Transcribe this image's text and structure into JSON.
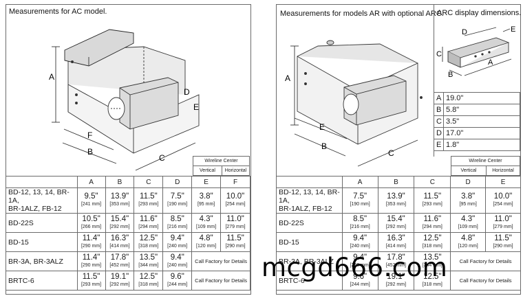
{
  "left_panel": {
    "title": "Measurements for AC model.",
    "dim_labels": {
      "a": "A",
      "b": "B",
      "c": "C",
      "d": "D",
      "e": "E",
      "f": "F"
    },
    "wireline_center": "Wireline Center",
    "vertical": "Vertical",
    "horizontal": "Horizontal",
    "columns": [
      "A",
      "B",
      "C",
      "D",
      "E",
      "F"
    ],
    "rows": [
      {
        "model": [
          "BD-12, 13, 14, BR-1A,",
          "BR-1ALZ, FB-12"
        ],
        "cells": [
          [
            "9.5\"",
            "[241 mm]"
          ],
          [
            "13.9\"",
            "[353 mm]"
          ],
          [
            "11.5\"",
            "[293 mm]"
          ],
          [
            "7.5\"",
            "[190 mm]"
          ],
          [
            "3.8\"",
            "[95 mm]"
          ],
          [
            "10.0\"",
            "[254 mm]"
          ]
        ]
      },
      {
        "model": [
          "BD-22S"
        ],
        "cells": [
          [
            "10.5\"",
            "[266 mm]"
          ],
          [
            "15.4\"",
            "[292 mm]"
          ],
          [
            "11.6\"",
            "[294 mm]"
          ],
          [
            "8.5\"",
            "[216 mm]"
          ],
          [
            "4.3\"",
            "[109 mm]"
          ],
          [
            "11.0\"",
            "[279 mm]"
          ]
        ]
      },
      {
        "model": [
          "BD-15"
        ],
        "cells": [
          [
            "11.4\"",
            "[290 mm]"
          ],
          [
            "16.3\"",
            "[414 mm]"
          ],
          [
            "12.5\"",
            "[318 mm]"
          ],
          [
            "9.4\"",
            "[240 mm]"
          ],
          [
            "4.8\"",
            "[120 mm]"
          ],
          [
            "11.5\"",
            "[290 mm]"
          ]
        ]
      },
      {
        "model": [
          "BR-3A, BR-3ALZ"
        ],
        "cells": [
          [
            "11.4\"",
            "[290 mm]"
          ],
          [
            "17.8\"",
            "[452 mm]"
          ],
          [
            "13.5\"",
            "[344 mm]"
          ],
          [
            "9.4\"",
            "[240 mm]"
          ]
        ],
        "call": "Call Factory for Details"
      },
      {
        "model": [
          "BRTC-6"
        ],
        "cells": [
          [
            "11.5\"",
            "[293 mm]"
          ],
          [
            "19.1\"",
            "[292 mm]"
          ],
          [
            "12.5\"",
            "[318 mm]"
          ],
          [
            "9.6\"",
            "[244 mm]"
          ]
        ],
        "call": "Call Factory for Details"
      }
    ]
  },
  "right_panel": {
    "title": "Measurements for models AR with optional ARC.",
    "dim_labels": {
      "a": "A",
      "b": "B",
      "c": "C",
      "e": "E"
    },
    "wireline_center": "Wireline Center",
    "vertical": "Vertical",
    "horizontal": "Horizontal",
    "columns": [
      "A",
      "B",
      "C",
      "D",
      "E"
    ],
    "rows": [
      {
        "model": [
          "BD-12, 13, 14, BR-1A,",
          "BR-1ALZ, FB-12"
        ],
        "cells": [
          [
            "7.5\"",
            "[190 mm]"
          ],
          [
            "13.9\"",
            "[353 mm]"
          ],
          [
            "11.5\"",
            "[293 mm]"
          ],
          [
            "3.8\"",
            "[95 mm]"
          ],
          [
            "10.0\"",
            "[254 mm]"
          ]
        ]
      },
      {
        "model": [
          "BD-22S"
        ],
        "cells": [
          [
            "8.5\"",
            "[216 mm]"
          ],
          [
            "15.4\"",
            "[292 mm]"
          ],
          [
            "11.6\"",
            "[294 mm]"
          ],
          [
            "4.3\"",
            "[109 mm]"
          ],
          [
            "11.0\"",
            "[279 mm]"
          ]
        ]
      },
      {
        "model": [
          "BD-15"
        ],
        "cells": [
          [
            "9.4\"",
            "[240 mm]"
          ],
          [
            "16.3\"",
            "[414 mm]"
          ],
          [
            "12.5\"",
            "[318 mm]"
          ],
          [
            "4.8\"",
            "[120 mm]"
          ],
          [
            "11.5\"",
            "[290 mm]"
          ]
        ]
      },
      {
        "model": [
          "BR-3A, BR-3ALZ"
        ],
        "cells": [
          [
            "9.4\"",
            "[240 mm]"
          ],
          [
            "17.8\"",
            "[452 mm]"
          ],
          [
            "13.5\"",
            "[344 mm]"
          ]
        ],
        "call": "Call Factory for Details"
      },
      {
        "model": [
          "BRTC-6"
        ],
        "cells": [
          [
            "9.6\"",
            "[244 mm]"
          ],
          [
            "19.1\"",
            "[292 mm]"
          ],
          [
            "12.5\"",
            "[318 mm]"
          ]
        ],
        "call": "Call Factory for Details"
      }
    ]
  },
  "arc_panel": {
    "title": "ARC display dimensions.",
    "diagram_labels": {
      "a": "A",
      "b": "B",
      "c": "C",
      "d": "D",
      "e": "E"
    },
    "dims": [
      {
        "key": "A",
        "value": "19.0\""
      },
      {
        "key": "B",
        "value": "5.8\""
      },
      {
        "key": "C",
        "value": "3.5\""
      },
      {
        "key": "D",
        "value": "17.0\""
      },
      {
        "key": "E",
        "value": "1.8\""
      }
    ]
  },
  "watermark": "mcgd666.com"
}
